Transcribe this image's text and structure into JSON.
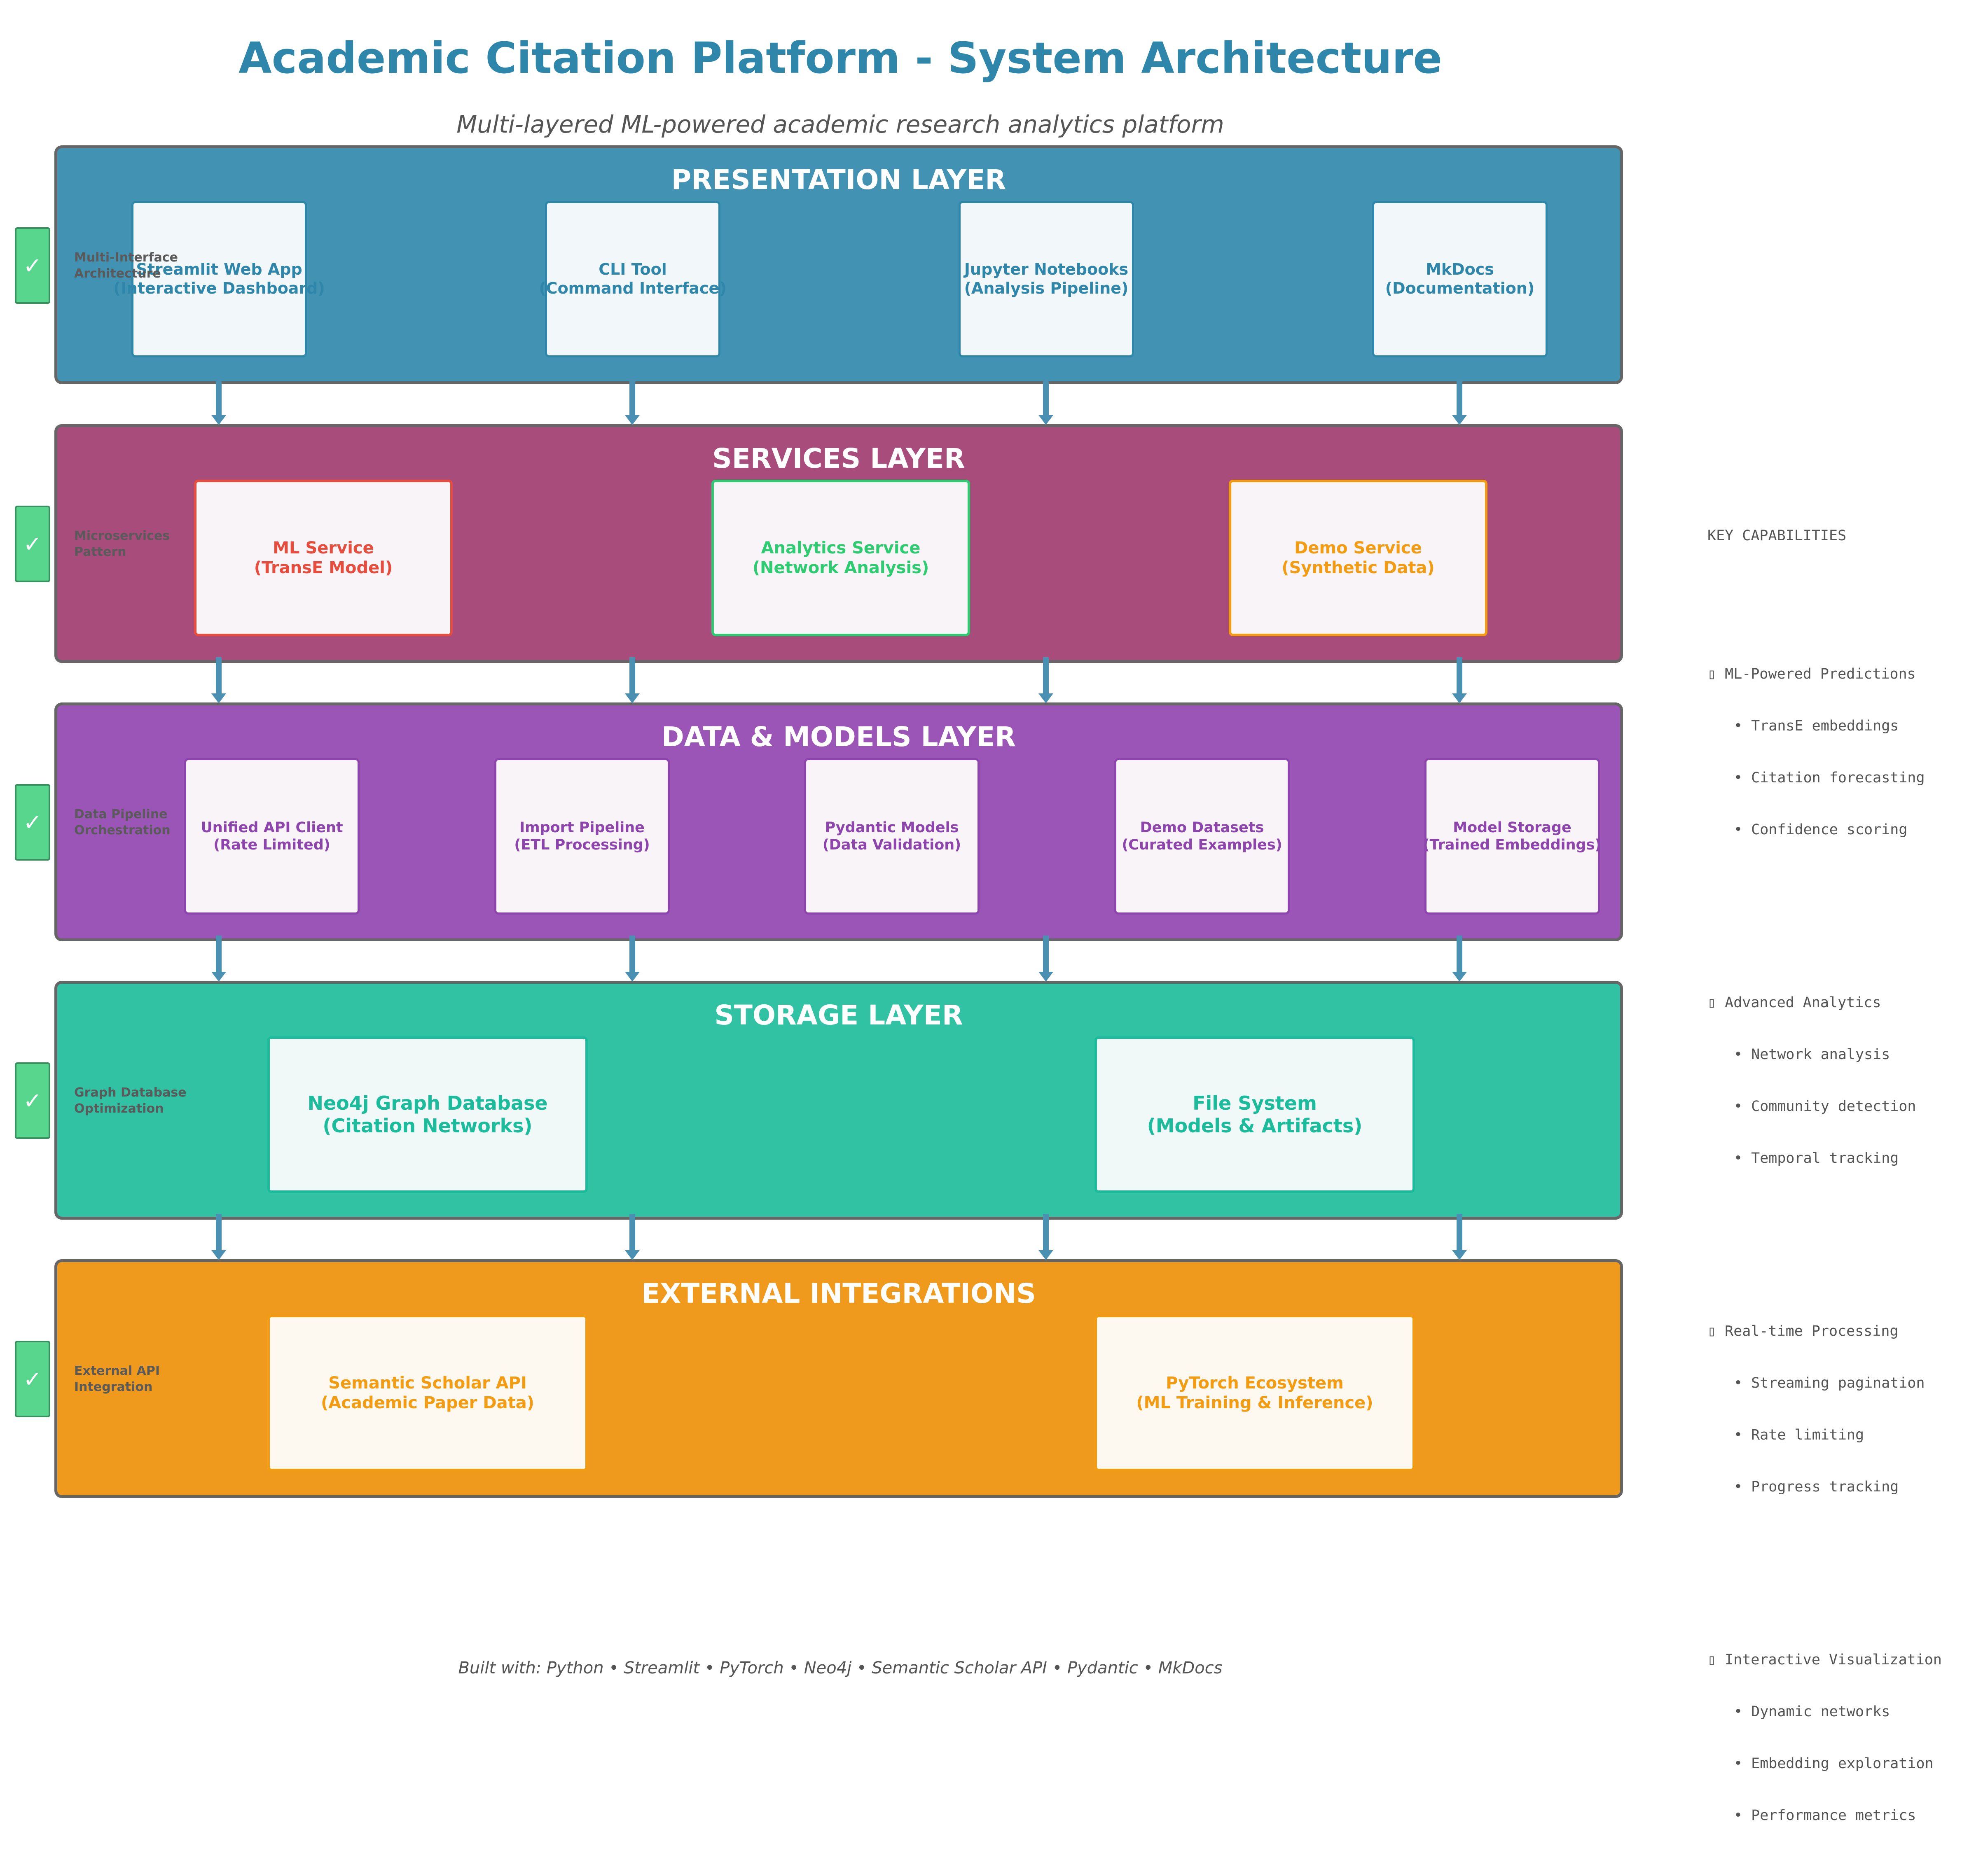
{
  "title": "Academic Citation Platform - System Architecture",
  "subtitle": "Multi-layered ML-powered academic research analytics platform",
  "colors": {
    "title": "#2e86ab",
    "presentation": "#4292b4",
    "services": "#a84c7c",
    "data": "#9b55b7",
    "storage": "#31c2a4",
    "external": "#f09a1d",
    "arrow": "#4a90b2",
    "check": "#58d68d"
  },
  "layers": {
    "presentation": {
      "title": "PRESENTATION LAYER",
      "side_label": [
        "Multi-Interface",
        "Architecture"
      ],
      "components": [
        {
          "name": "Streamlit Web App",
          "sub": "(Interactive Dashboard)"
        },
        {
          "name": "CLI Tool",
          "sub": "(Command Interface)"
        },
        {
          "name": "Jupyter Notebooks",
          "sub": "(Analysis Pipeline)"
        },
        {
          "name": "MkDocs",
          "sub": "(Documentation)"
        }
      ]
    },
    "services": {
      "title": "SERVICES LAYER",
      "side_label": [
        "Microservices",
        "Pattern"
      ],
      "components": [
        {
          "name": "ML Service",
          "sub": "(TransE Model)"
        },
        {
          "name": "Analytics Service",
          "sub": "(Network Analysis)"
        },
        {
          "name": "Demo Service",
          "sub": "(Synthetic Data)"
        }
      ]
    },
    "data": {
      "title": "DATA & MODELS LAYER",
      "side_label": [
        "Data Pipeline",
        "Orchestration"
      ],
      "components": [
        {
          "name": "Unified API Client",
          "sub": "(Rate Limited)"
        },
        {
          "name": "Import Pipeline",
          "sub": "(ETL Processing)"
        },
        {
          "name": "Pydantic Models",
          "sub": "(Data Validation)"
        },
        {
          "name": "Demo Datasets",
          "sub": "(Curated Examples)"
        },
        {
          "name": "Model Storage",
          "sub": "(Trained Embeddings)"
        }
      ]
    },
    "storage": {
      "title": "STORAGE LAYER",
      "side_label": [
        "Graph Database",
        "Optimization"
      ],
      "components": [
        {
          "name": "Neo4j Graph Database",
          "sub": "(Citation Networks)"
        },
        {
          "name": "File System",
          "sub": "(Models & Artifacts)"
        }
      ]
    },
    "external": {
      "title": "EXTERNAL INTEGRATIONS",
      "side_label": [
        "External API",
        "Integration"
      ],
      "components": [
        {
          "name": "Semantic Scholar API",
          "sub": "(Academic Paper Data)"
        },
        {
          "name": "PyTorch Ecosystem",
          "sub": "(ML Training & Inference)"
        }
      ]
    }
  },
  "check_icon": "✓",
  "capabilities": {
    "heading": "KEY CAPABILITIES",
    "groups": [
      {
        "title": "▯ ML-Powered Predictions",
        "items": [
          "• TransE embeddings",
          "• Citation forecasting",
          "• Confidence scoring"
        ]
      },
      {
        "title": "▯ Advanced Analytics",
        "items": [
          "• Network analysis",
          "• Community detection",
          "• Temporal tracking"
        ]
      },
      {
        "title": "▯ Real-time Processing",
        "items": [
          "• Streaming pagination",
          "• Rate limiting",
          "• Progress tracking"
        ]
      },
      {
        "title": "▯ Interactive Visualization",
        "items": [
          "• Dynamic networks",
          "• Embedding exploration",
          "• Performance metrics"
        ]
      }
    ]
  },
  "footer": "Built with: Python • Streamlit • PyTorch • Neo4j • Semantic Scholar API • Pydantic • MkDocs"
}
